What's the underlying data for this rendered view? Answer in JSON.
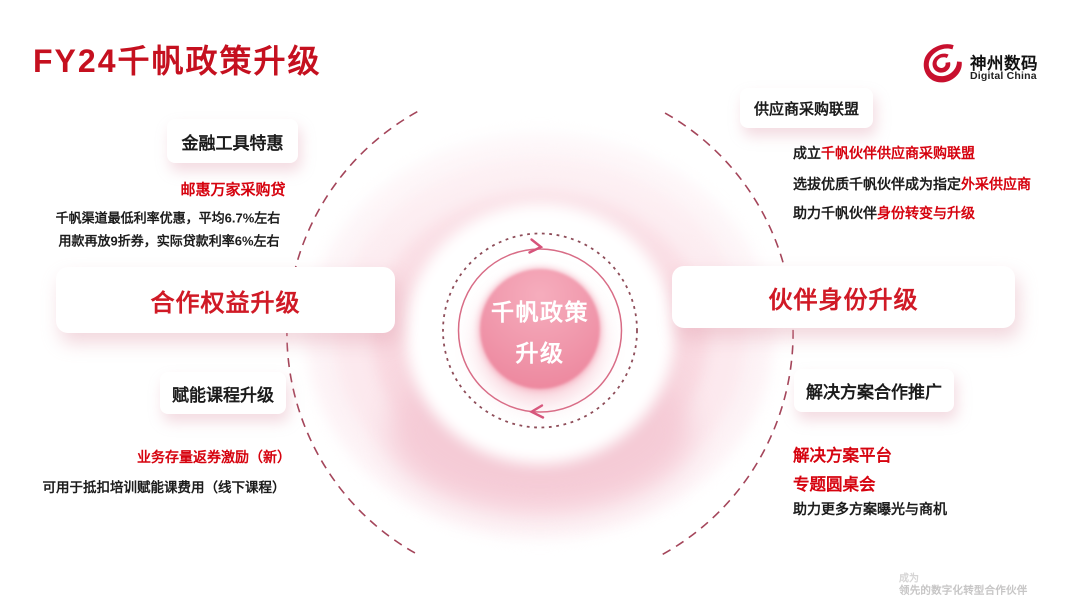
{
  "header": {
    "title": "FY24千帆政策升级"
  },
  "logo": {
    "name_cn": "神州数码",
    "name_en": "Digital China"
  },
  "center": {
    "line1": "千帆政策",
    "line2": "升级"
  },
  "panels": {
    "left_top": {
      "heading": "金融工具特惠",
      "highlight": "邮惠万家采购贷",
      "lines": [
        "千帆渠道最低利率优惠，平均6.7%左右",
        "用款再放9折券，实际贷款利率6%左右"
      ]
    },
    "left_main": {
      "heading": "合作权益升级"
    },
    "left_bottom": {
      "heading": "赋能课程升级",
      "highlight": "业务存量返券激励（新）",
      "lines": [
        "可用于抵扣培训赋能课费用（线下课程）"
      ]
    },
    "right_top": {
      "heading": "供应商采购联盟",
      "lines": [
        {
          "black": "成立",
          "red": "千帆伙伴供应商采购联盟"
        },
        {
          "black": "选拔优质千帆伙伴成为指定",
          "red": "外采供应商"
        },
        {
          "black": "助力千帆伙伴",
          "red": "身份转变与升级"
        }
      ]
    },
    "right_main": {
      "heading": "伙伴身份升级"
    },
    "right_bottom": {
      "heading": "解决方案合作推广",
      "highlights": [
        "解决方案平台",
        "专题圆桌会"
      ],
      "lines": [
        "助力更多方案曝光与商机"
      ]
    }
  },
  "footer": {
    "line1": "成为",
    "line2": "领先的数字化转型合作伙伴"
  },
  "colors": {
    "title_red": "#c5101f",
    "accent_red": "#d6030f",
    "heading_red": "#d01a26",
    "logo_red": "#c8102e",
    "text_black": "#1c1c1c",
    "halo_pink": "#f8d4dd"
  }
}
